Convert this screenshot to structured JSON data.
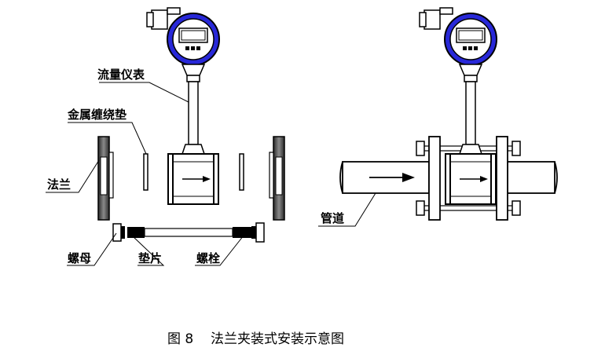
{
  "labels": {
    "flow_meter": "流量仪表",
    "metal_gasket": "金属缠绕垫",
    "flange": "法兰",
    "nut": "螺母",
    "washer": "垫片",
    "bolt": "螺栓",
    "pipe": "管道"
  },
  "caption": {
    "figure_no": "图 8",
    "title": "法兰夹装式安装示意图"
  },
  "colors": {
    "meter_head": "#2828d8",
    "line": "#000000",
    "flange_fill": "#6b6b6b"
  }
}
